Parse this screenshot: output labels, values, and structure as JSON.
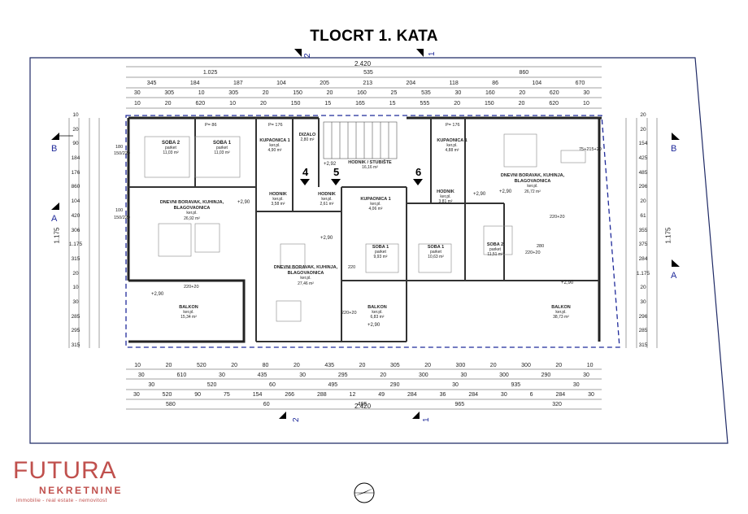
{
  "title": "TLOCRT 1. KATA",
  "overall": {
    "top_width": "2.420",
    "bottom_width": "2.420",
    "left_height": "1.175",
    "right_height": "1.175"
  },
  "sections": {
    "a": "A",
    "b": "B",
    "one": "1",
    "two": "2",
    "four": "4",
    "five": "5",
    "six": "6"
  },
  "dims_top": {
    "row1": [
      "1.025",
      "535",
      "860"
    ],
    "row2": [
      "345",
      "184",
      "187",
      "104",
      "205",
      "213",
      "204",
      "118",
      "86",
      "104",
      "670"
    ],
    "row3": [
      "30",
      "305",
      "10",
      "305",
      "20",
      "150",
      "20",
      "160",
      "25",
      "535",
      "30",
      "160",
      "20",
      "620",
      "30"
    ],
    "row4": [
      "10",
      "20",
      "620",
      "10",
      "20",
      "150",
      "15",
      "165",
      "15",
      "555",
      "20",
      "150",
      "20",
      "620",
      "10"
    ]
  },
  "dims_bottom": {
    "row1": [
      "10",
      "20",
      "520",
      "20",
      "80",
      "20",
      "435",
      "20",
      "305",
      "20",
      "300",
      "20",
      "300",
      "20",
      "10"
    ],
    "row2": [
      "30",
      "610",
      "30",
      "435",
      "30",
      "295",
      "20",
      "300",
      "30",
      "300",
      "290",
      "30"
    ],
    "row3": [
      "30",
      "520",
      "60",
      "495",
      "290",
      "30",
      "935",
      "30"
    ],
    "row4": [
      "30",
      "520",
      "90",
      "75",
      "154",
      "266",
      "288",
      "12",
      "49",
      "284",
      "36",
      "284",
      "30",
      "6",
      "284",
      "30"
    ],
    "row5": [
      "580",
      "60",
      "495",
      "965",
      "320"
    ]
  },
  "dims_left": [
    "10",
    "20",
    "90",
    "184",
    "176",
    "860",
    "104",
    "420",
    "306",
    "1.175",
    "315",
    "20",
    "10",
    "30",
    "285",
    "295",
    "315"
  ],
  "dims_right": [
    "20",
    "20",
    "154",
    "425",
    "485",
    "296",
    "20",
    "61",
    "355",
    "375",
    "284",
    "1.175",
    "20",
    "30",
    "296",
    "285",
    "315"
  ],
  "rooms": [
    {
      "name": "SOBA 2",
      "floor": "parket",
      "area": "11,03 m²"
    },
    {
      "name": "SOBA 1",
      "floor": "parket",
      "area": "11,03 m²"
    },
    {
      "name": "KUPAONICA 1",
      "floor": "ker.pl.",
      "area": "4,90 m²"
    },
    {
      "name": "DIZALO",
      "floor": "",
      "area": "2,80 m²"
    },
    {
      "name": "HODNIK / STUBIŠTE",
      "floor": "",
      "area": "16,16 m²"
    },
    {
      "name": "KUPAONICA 1",
      "floor": "ker.pl.",
      "area": "4,88 m²"
    },
    {
      "name": "HODNIK",
      "floor": "ker.pl.",
      "area": "3,58 m²"
    },
    {
      "name": "HODNIK",
      "floor": "ker.pl.",
      "area": "2,61 m²"
    },
    {
      "name": "KUPAONICA 1",
      "floor": "ker.pl.",
      "area": "4,06 m²"
    },
    {
      "name": "HODNIK",
      "floor": "ker.pl.",
      "area": "3,81 m²"
    },
    {
      "name": "DNEVNI BORAVAK, KUHINJA, BLAGOVAONICA",
      "floor": "ker.pl.",
      "area": "26,92 m²"
    },
    {
      "name": "DNEVNI BORAVAK, KUHINJA, BLAGOVAONICA",
      "floor": "ker.pl.",
      "area": "27,46 m²"
    },
    {
      "name": "DNEVNI BORAVAK, KUHINJA, BLAGOVAONICA",
      "floor": "ker.pl.",
      "area": "26,72 m²"
    },
    {
      "name": "SOBA 1",
      "floor": "parket",
      "area": "9,93 m²"
    },
    {
      "name": "SOBA 1",
      "floor": "parket",
      "area": "10,63 m²"
    },
    {
      "name": "SOBA 2",
      "floor": "parket",
      "area": "11,51 m²"
    },
    {
      "name": "BALKON",
      "floor": "ker.pl.",
      "area": "15,34 m²"
    },
    {
      "name": "BALKON",
      "floor": "ker.pl.",
      "area": "6,83 m²"
    },
    {
      "name": "BALKON",
      "floor": "ker.pl.",
      "area": "38,73 m²"
    }
  ],
  "levels": [
    "+2,90",
    "+2,92",
    "+2,90",
    "+2,90",
    "+2,90",
    "+2,90",
    "+2,90",
    "+2,90"
  ],
  "notes": [
    "P= 86",
    "P= 176",
    "P= 176",
    "150/220",
    "100",
    "150/220",
    "75+215+20",
    "180",
    "220+20",
    "220+20",
    "220+20",
    "220+20",
    "280",
    "220"
  ],
  "logo": {
    "brand": "FUTURA",
    "sub": "NEKRETNINE",
    "tagline": "immobilie - real estate - nemovitost"
  }
}
